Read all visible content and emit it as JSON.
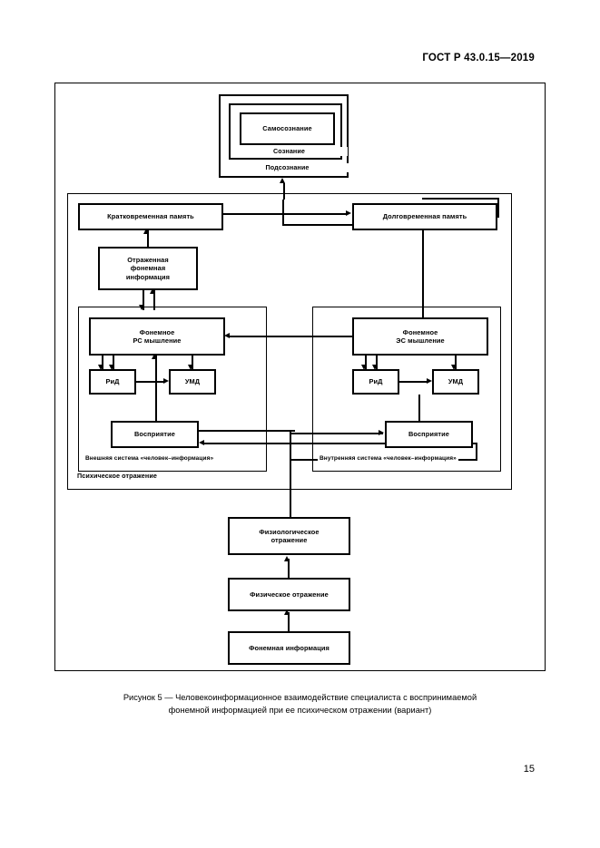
{
  "document": {
    "standard_header": "ГОСТ Р 43.0.15—2019",
    "page_number": "15"
  },
  "caption": {
    "line1": "Рисунок 5 — Человекоинформационное взаимодействие специалиста с воспринимаемой",
    "line2": "фонемной информацией при ее психическом отражении (вариант)"
  },
  "diagram": {
    "consciousness": {
      "self_awareness": "Самосознание",
      "consciousness": "Сознание",
      "subconsciousness": "Подсознание"
    },
    "memory": {
      "short_term": "Кратковременная память",
      "long_term": "Долговременная память"
    },
    "reflected_info": "Отраженная\nфонемная\nинформация",
    "reflected_info_l1": "Отраженная",
    "reflected_info_l2": "фонемная",
    "reflected_info_l3": "информация",
    "thinking_left_l1": "Фонемное",
    "thinking_left_l2": "РС мышление",
    "thinking_right_l1": "Фонемное",
    "thinking_right_l2": "ЭС мышление",
    "rid_left": "РиД",
    "umd_left": "УМД",
    "rid_right": "РиД",
    "umd_right": "УМД",
    "perception_left": "Восприятие",
    "perception_right": "Восприятие",
    "system_external": "Внешняя система «человек–информация»",
    "system_internal": "Внутренняя система «человек–информация»",
    "psychic_reflection": "Психическое отражение",
    "chain": {
      "physiological_l1": "Физиологическое",
      "physiological_l2": "отражение",
      "physical": "Физическое отражение",
      "phonemic_info": "Фонемная информация"
    }
  },
  "colors": {
    "ink": "#000000",
    "paper": "#ffffff"
  }
}
